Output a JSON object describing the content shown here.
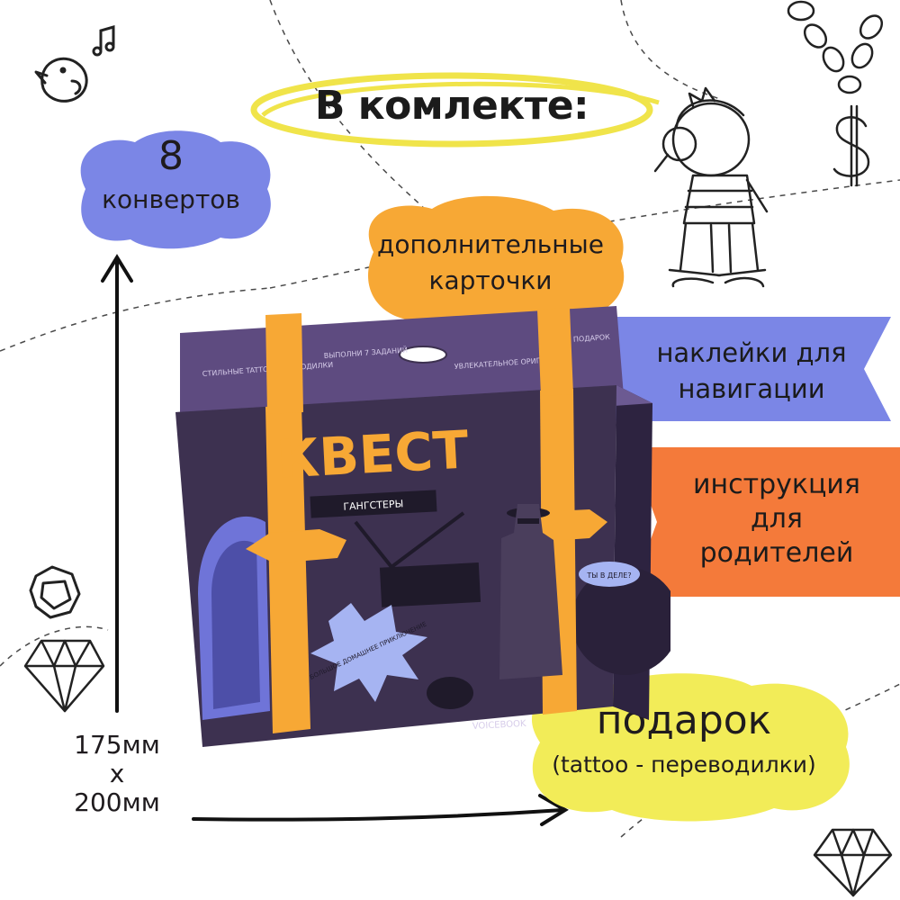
{
  "header": {
    "title": "В комлекте:"
  },
  "items": {
    "envelopes": {
      "count": "8",
      "label": "конвертов"
    },
    "cards": {
      "line1": "дополнительные",
      "line2": "карточки"
    },
    "stickers": {
      "line1": "наклейки для",
      "line2": "навигации"
    },
    "instructions": {
      "line1": "инструкция",
      "line2": "для",
      "line3": "родителей"
    },
    "gift": {
      "title": "подарок",
      "subtitle": "(tattoo - переводилки)"
    }
  },
  "dimensions": {
    "height": "175мм",
    "times": "х",
    "width": "200мм"
  },
  "box": {
    "title": "КВЕСТ",
    "subtitle": "ГАНГСТЕРЫ",
    "top_labels": [
      "СТИЛЬНЫЕ TATTOO-ПЕРЕВОДИЛКИ",
      "ВЫПОЛНИ 7 ЗАДАНИЙ",
      "УВЛЕКАТЕЛЬНОЕ ОРИГАМИ",
      "НАЙДИ ПОДАРОК"
    ],
    "speech": "ТЫ В ДЕЛЕ?",
    "burst": "БОЛЬШОЕ ДОМАШНЕЕ ПРИКЛЮЧЕНИЕ",
    "brand": "VOICEBOOK"
  },
  "colors": {
    "blue": "#7b86e6",
    "orange": "#f7a835",
    "purple": "#5e4b80",
    "dark_purple": "#3d3150",
    "yellow": "#f2ec58",
    "coral": "#f47a3a",
    "ribbon_blue": "#7b86e6"
  }
}
